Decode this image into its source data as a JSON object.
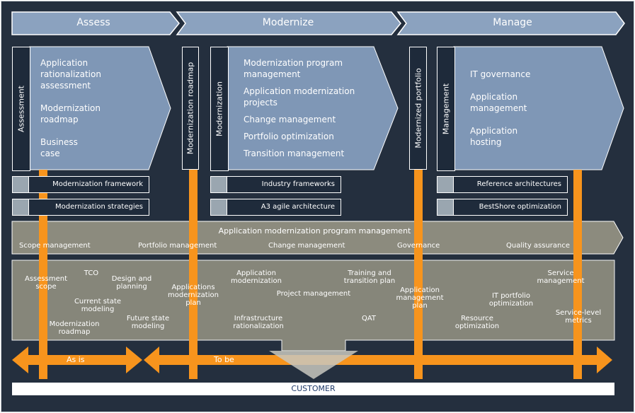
{
  "phases": [
    "Assess",
    "Modernize",
    "Manage"
  ],
  "assess": {
    "vertical_label": "Assessment",
    "items": [
      "Application rationalization assessment",
      "Modernization roadmap",
      "Business case"
    ]
  },
  "roadmap_label": "Modernization roadmap",
  "modernize": {
    "vertical_label": "Modernization",
    "items": [
      "Modernization program management",
      "Application modernization projects",
      "Change management",
      "Portfolio optimization",
      "Transition management"
    ]
  },
  "portfolio_label": "Modernized portfolio",
  "manage": {
    "vertical_label": "Management",
    "items": [
      "IT governance",
      "Application management",
      "Application hosting"
    ]
  },
  "small_boxes": [
    "Modernization framework",
    "Modernization strategies",
    "Industry frameworks",
    "A3 agile architecture",
    "Reference architectures",
    "BestShore optimization"
  ],
  "program_band": {
    "title": "Application modernization program management",
    "items": [
      "Scope management",
      "Portfolio management",
      "Change management",
      "Governance",
      "Quality assurance"
    ]
  },
  "activities": [
    "Assessment scope",
    "TCO",
    "Design and planning",
    "Current state modeling",
    "Modernization roadmap",
    "Future state modeling",
    "Applications modernization plan",
    "Application modernization",
    "Infrastructure rationalization",
    "Project management",
    "Training and transition plan",
    "QAT",
    "Application management plan",
    "Resource optimization",
    "IT portfolio optimization",
    "Service management",
    "Service-level metrics"
  ],
  "timeline": {
    "as_is": "As is",
    "to_be": "To be"
  },
  "customer": "CUSTOMER",
  "colors": {
    "background": "#242f3e",
    "box_blue": "#7f97b6",
    "band_gray": "#8c8b7e",
    "orange": "#f7941d",
    "dark_box": "#1e2a3a"
  }
}
